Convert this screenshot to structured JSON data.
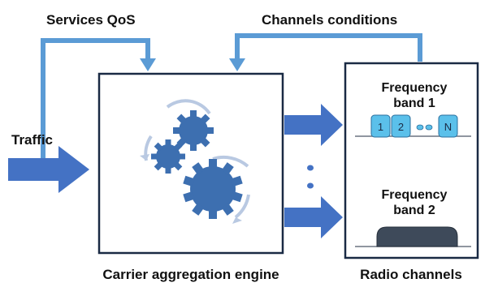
{
  "labels": {
    "services_qos": "Services QoS",
    "channels_conditions": "Channels conditions",
    "traffic": "Traffic",
    "engine": "Carrier aggregation engine",
    "radio_channels": "Radio channels",
    "band1": [
      "Frequency",
      "band 1"
    ],
    "band2": [
      "Frequency",
      "band 2"
    ]
  },
  "band1_blocks": [
    "1",
    "2",
    "N"
  ],
  "colors": {
    "arrow_blue": "#4472c4",
    "arrow_light": "#5b9bd5",
    "gear": "#3d6fb0",
    "block": "#5bc0ea",
    "band2_fill": "#3e4a5a",
    "border": "#2a3b5a"
  }
}
